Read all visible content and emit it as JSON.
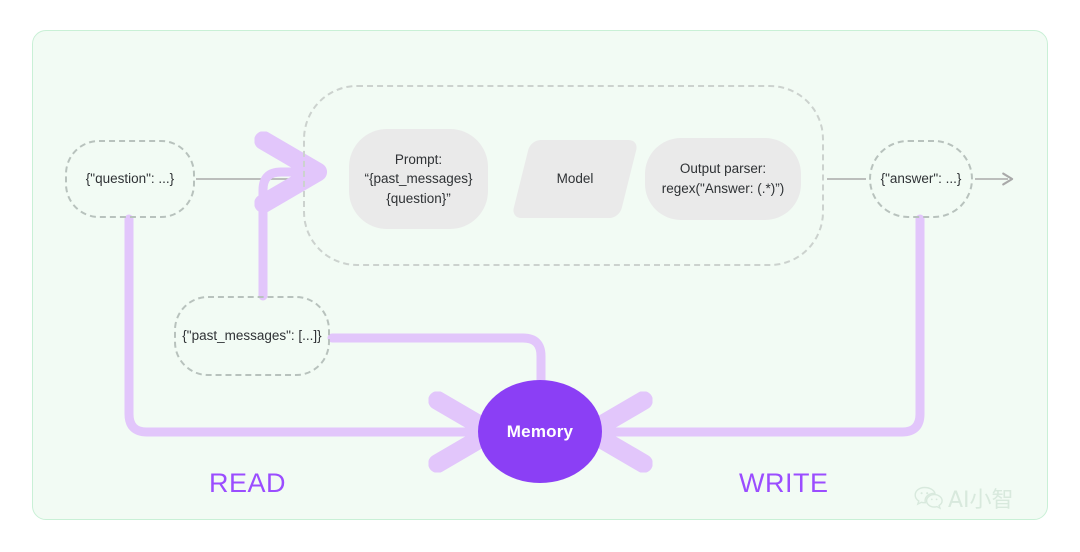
{
  "diagram": {
    "title": "Chain with memory read and write flow",
    "panel": {
      "background_color": "#f2fbf4",
      "border_color": "#c9f0d6"
    },
    "colors": {
      "memory_fill": "#8b3ff5",
      "purple_edge": "#e2c6fb",
      "purple_label": "#9b4dff",
      "step_fill": "#eaeaea",
      "dashed_border": "#b8c2bd",
      "gray_edge": "#a9a9a9"
    },
    "io_nodes": [
      {
        "id": "question",
        "label": "{\"question\": ...}"
      },
      {
        "id": "past_messages",
        "label": "{\"past_messages\": [...]}"
      },
      {
        "id": "answer",
        "label": "{\"answer\": ...}"
      }
    ],
    "chain": {
      "steps": [
        {
          "id": "prompt",
          "shape": "rounded-rect",
          "lines": [
            "Prompt:",
            "“{past_messages}",
            "{question}”"
          ]
        },
        {
          "id": "model",
          "shape": "parallelogram",
          "label": "Model"
        },
        {
          "id": "output_parser",
          "shape": "rounded-rect",
          "lines": [
            "Output parser:",
            "regex(\"Answer: (.*)”)"
          ]
        }
      ]
    },
    "memory": {
      "label": "Memory"
    },
    "flow_labels": {
      "read": "READ",
      "write": "WRITE"
    },
    "watermark": {
      "icon": "wechat-icon",
      "text": "AI小智"
    }
  }
}
